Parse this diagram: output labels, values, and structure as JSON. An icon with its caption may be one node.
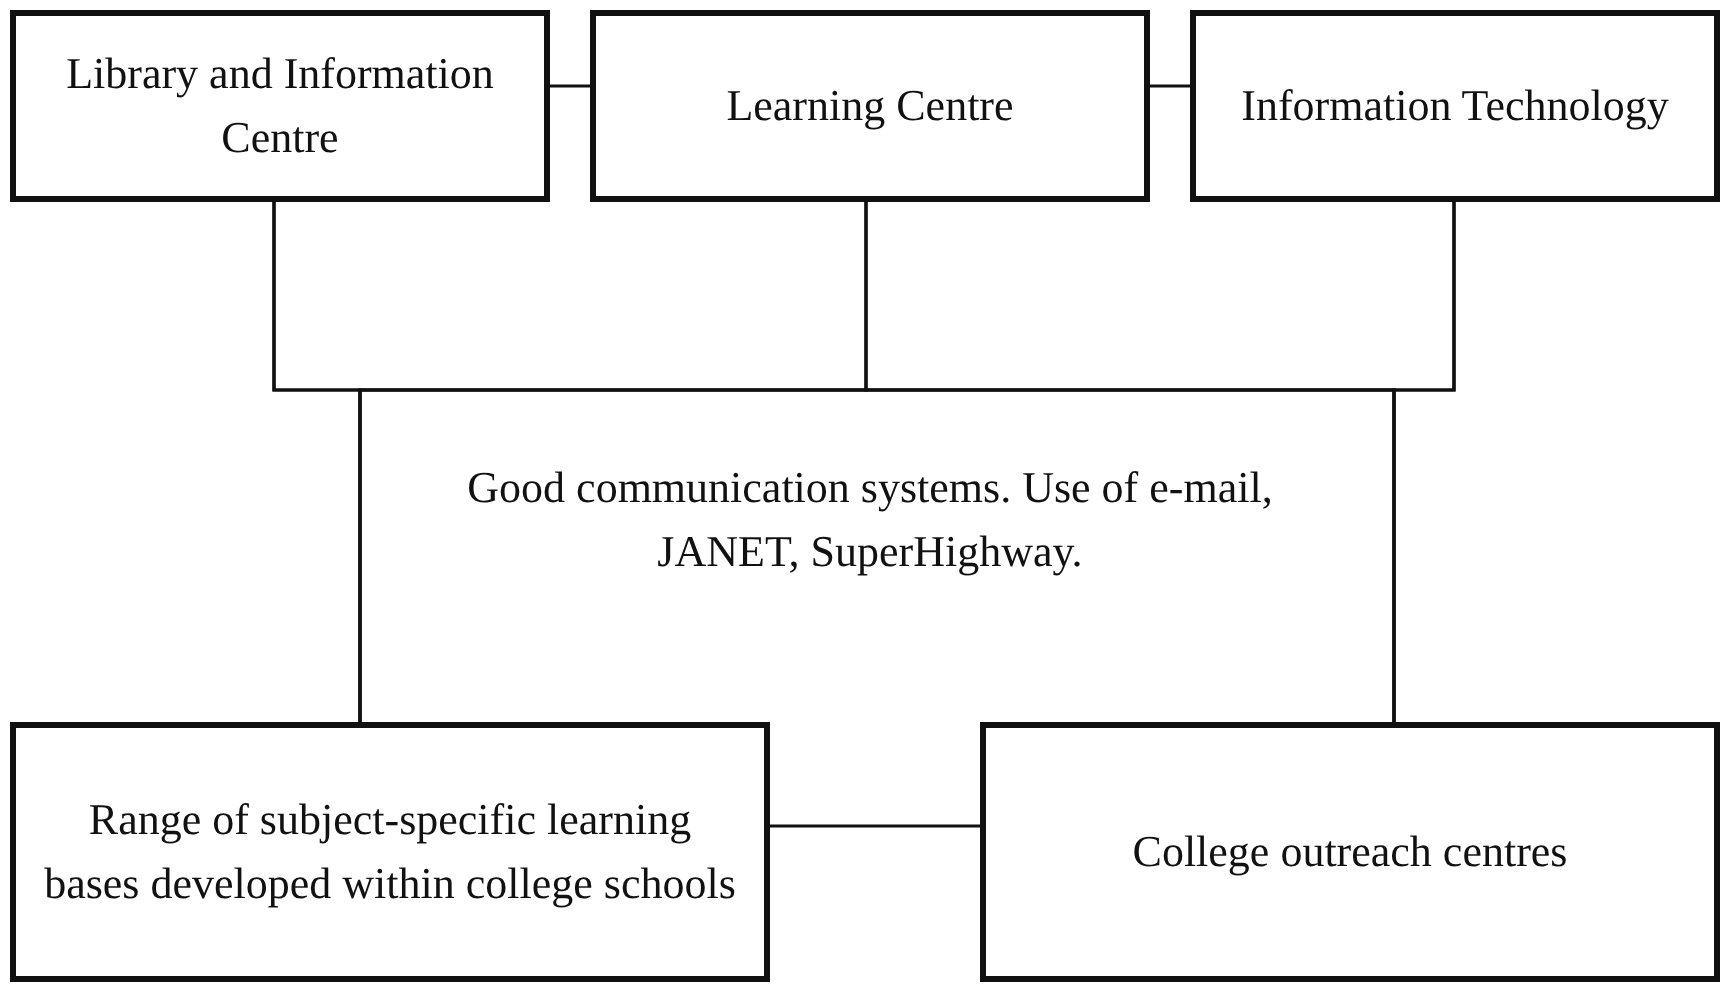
{
  "diagram": {
    "nodes": [
      {
        "text": [
          "Library and Information Centre"
        ]
      },
      {
        "text": [
          "Learning Centre"
        ]
      },
      {
        "text": [
          "Information Technology"
        ]
      },
      {
        "text": [
          "Range of subject-specific learning bases developed within college schools"
        ]
      },
      {
        "text": [
          "College outreach centres"
        ]
      }
    ],
    "edges": [
      {
        "from": 0,
        "to": 1,
        "arrow": "none"
      },
      {
        "from": 1,
        "to": 2,
        "arrow": "none"
      },
      {
        "from": 0,
        "to": 3,
        "arrow": "none"
      },
      {
        "from": 0,
        "to": 4,
        "arrow": "none"
      },
      {
        "from": 1,
        "to": 3,
        "arrow": "none"
      },
      {
        "from": 1,
        "to": 4,
        "arrow": "none"
      },
      {
        "from": 2,
        "to": 3,
        "arrow": "none"
      },
      {
        "from": 2,
        "to": 4,
        "arrow": "none"
      },
      {
        "from": 3,
        "to": 4,
        "arrow": "none"
      }
    ],
    "labels": [
      "Good communication systems. Use of e-mail, JANET, SuperHighway."
    ]
  }
}
